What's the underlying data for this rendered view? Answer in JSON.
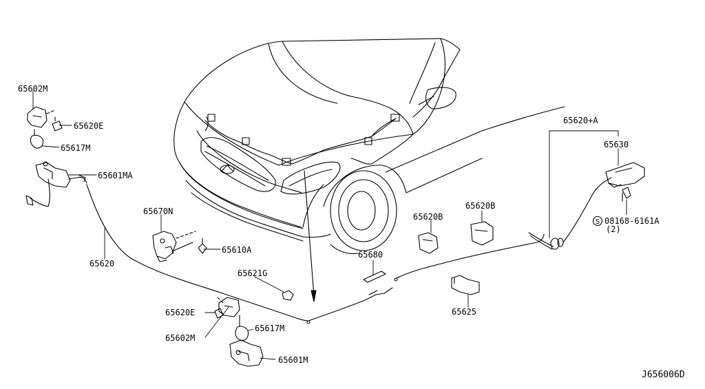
{
  "diagram": {
    "code": "J656006D",
    "labels": {
      "p65602M_top": "65602M",
      "p65620E_top": "65620E",
      "p65617M_top": "65617M",
      "p65601MA": "65601MA",
      "p65620": "65620",
      "p65670N": "65670N",
      "p65610A": "65610A",
      "p65621G": "65621G",
      "p65620E_bot": "65620E",
      "p65602M_bot": "65602M",
      "p65617M_bot": "65617M",
      "p65601M": "65601M",
      "p65680": "65680",
      "p65620B_left": "65620B",
      "p65620B_right": "65620B",
      "p65625": "65625",
      "p65620A": "65620+A",
      "p65630": "65630",
      "bolt": "08168-6161A",
      "bolt_qty": "(2)"
    }
  }
}
